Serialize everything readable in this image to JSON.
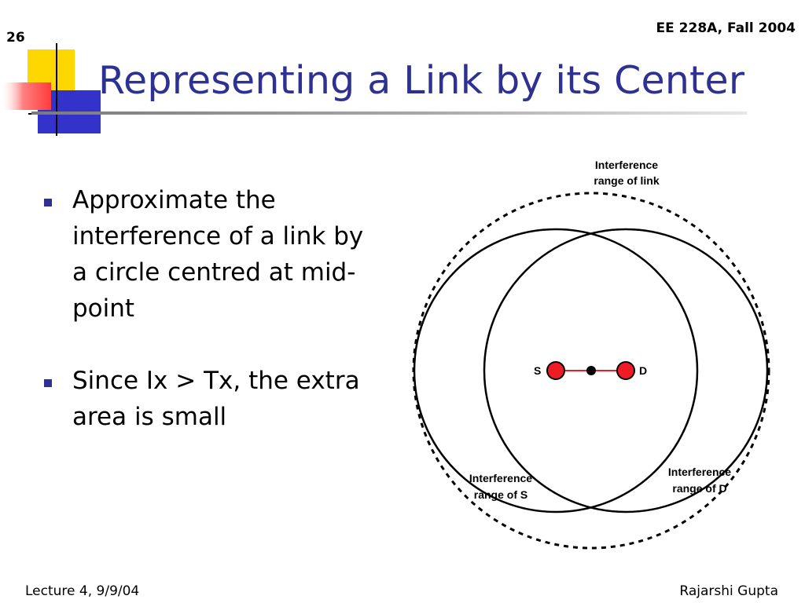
{
  "slide": {
    "number": "26",
    "course": "EE 228A, Fall 2004",
    "title": "Representing a Link by its Center",
    "bullets": [
      "Approximate the interference of a link by a circle centred at mid-point",
      "Since Ix > Tx, the extra area is small"
    ],
    "footer": {
      "left": "Lecture 4, 9/9/04",
      "right": "Rajarshi Gupta"
    }
  },
  "diagram": {
    "link_range_label": [
      "Interference",
      "range of link"
    ],
    "source_range_label": [
      "Interference",
      "range of S"
    ],
    "dest_range_label": [
      "Interference",
      "range of D"
    ],
    "source_node_label": "S",
    "dest_node_label": "D",
    "colors": {
      "node_fill": "#ee1c24",
      "link_line": "#ee1c24",
      "midpoint": "#000000",
      "title": "#2e3192",
      "bullet": "#2e3192",
      "deco_yellow": "#ffd700",
      "deco_blue": "#3333cc",
      "deco_red": "#ff4444"
    }
  }
}
